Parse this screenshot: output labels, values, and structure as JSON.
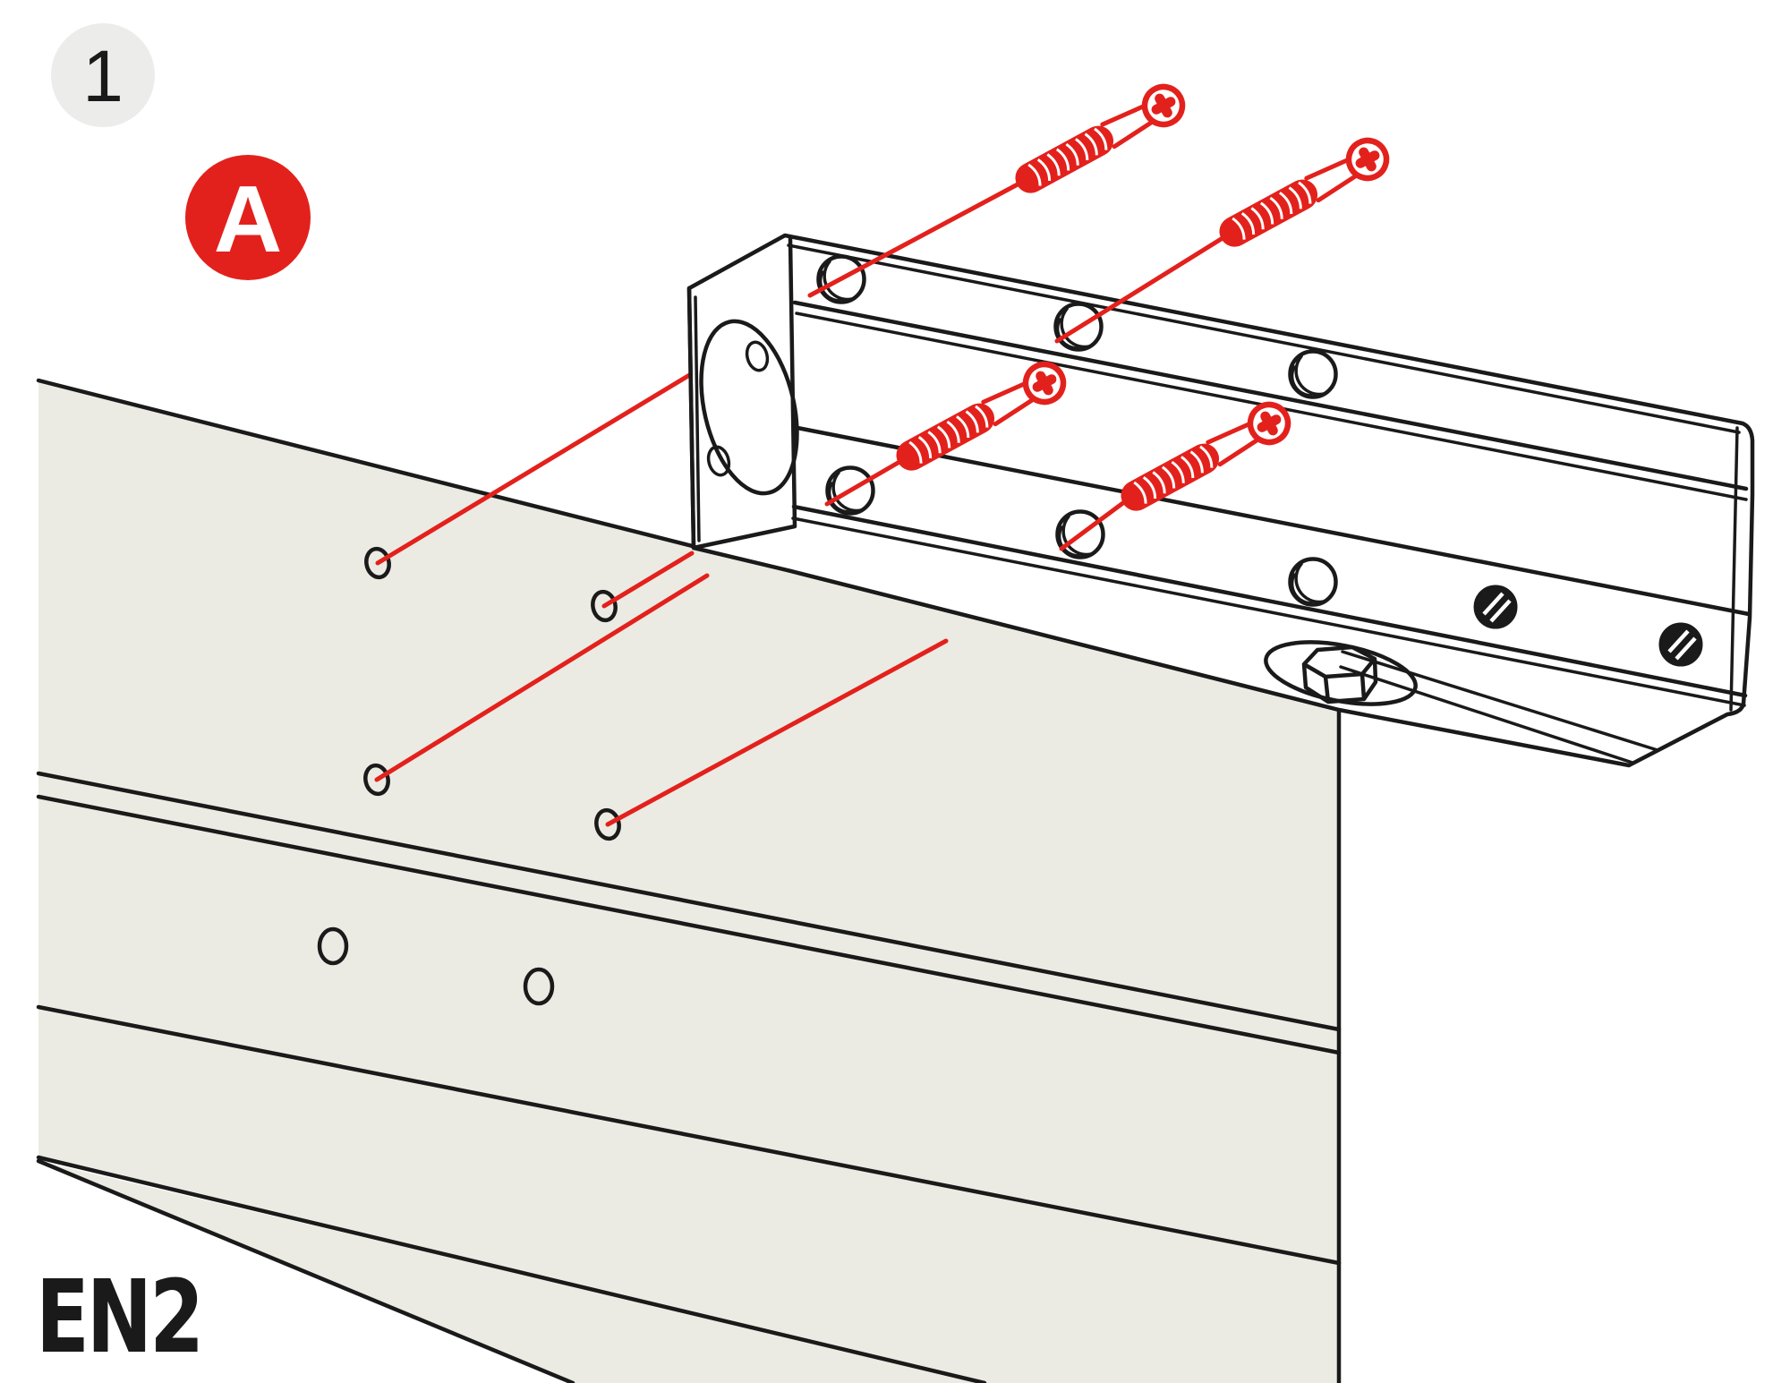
{
  "step_badge": {
    "label": "1"
  },
  "variant_badge": {
    "label": "A"
  },
  "door": {
    "rating_label": "EN2"
  },
  "colors": {
    "accent_red": "#E3211C",
    "door_fill": "#ECEBE3",
    "line_black": "#1A1A1A",
    "badge_gray": "#ECECEB",
    "background": "#FFFFFF"
  },
  "parts": {
    "mounting_screws": 4,
    "door_pilot_holes_with_leader_lines": 4,
    "door_plain_holes": 2,
    "body_top_face_holes": 3,
    "body_front_face_holes": 3,
    "adjustment_valve_screws": 2,
    "spindle": "hex-pinion-under-body"
  }
}
